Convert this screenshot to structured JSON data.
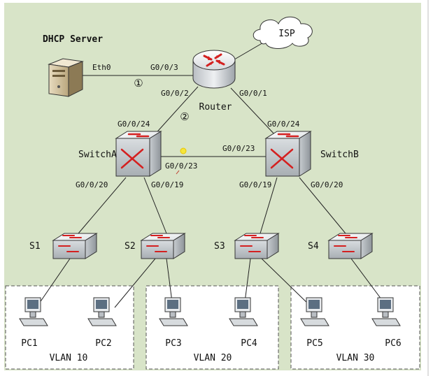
{
  "colors": {
    "background": "#d8e4c8",
    "vlan_box": "#ffffff",
    "router_top": "#eef0f2",
    "arrow_red": "#d42020"
  },
  "dhcp": {
    "label": "DHCP Server",
    "port": "Eth0"
  },
  "isp": {
    "label": "ISP"
  },
  "router": {
    "label": "Router",
    "ports": {
      "to_dhcp": "G0/0/3",
      "to_switcha": "G0/0/2",
      "to_switchb": "G0/0/1"
    }
  },
  "link_markers": {
    "one": "①",
    "two": "②"
  },
  "switcha": {
    "label": "SwitchA",
    "ports": {
      "up": "G0/0/24",
      "to_switchb": "G0/0/23",
      "to_s1": "G0/0/20",
      "to_s2": "G0/0/19"
    }
  },
  "switchb": {
    "label": "SwitchB",
    "ports": {
      "up": "G0/0/24",
      "to_switcha": "G0/0/23",
      "to_s3": "G0/0/19",
      "to_s4": "G0/0/20"
    }
  },
  "access_switches": {
    "s1": "S1",
    "s2": "S2",
    "s3": "S3",
    "s4": "S4"
  },
  "pcs": {
    "pc1": "PC1",
    "pc2": "PC2",
    "pc3": "PC3",
    "pc4": "PC4",
    "pc5": "PC5",
    "pc6": "PC6"
  },
  "vlans": {
    "v10": "VLAN 10",
    "v20": "VLAN 20",
    "v30": "VLAN 30"
  }
}
